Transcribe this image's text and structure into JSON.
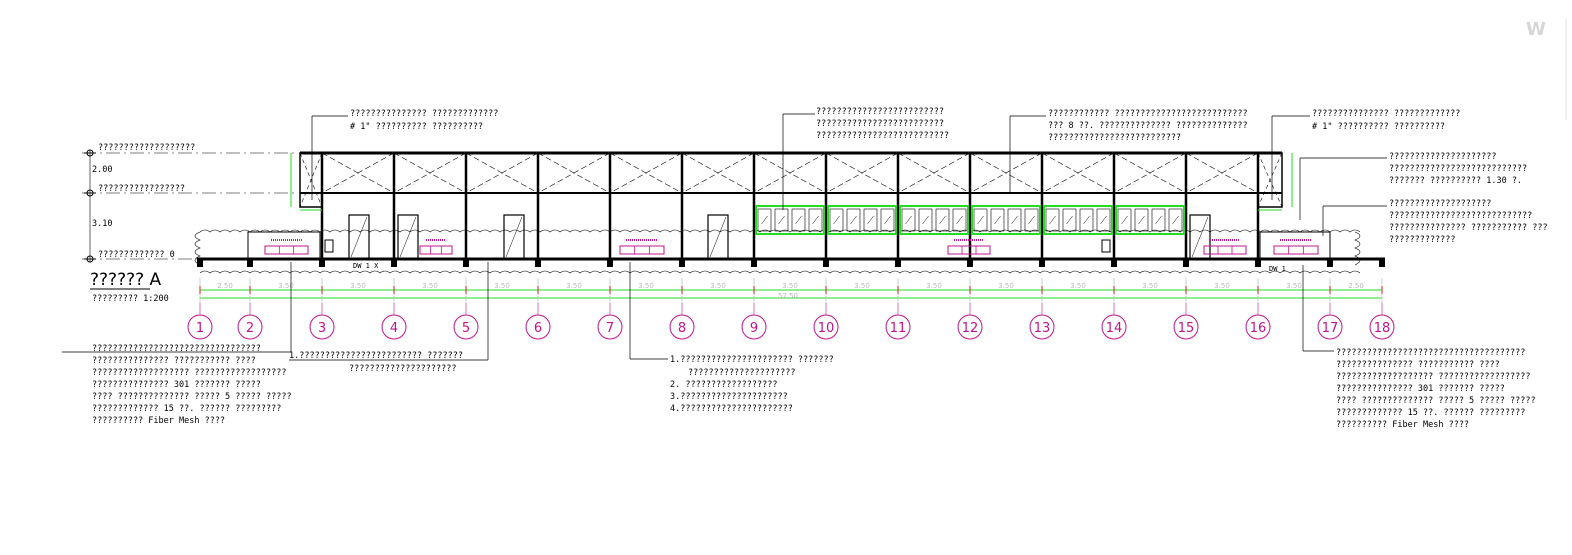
{
  "watermark": "W",
  "drawing": {
    "title": "?????? A",
    "scale": "????????? 1:200",
    "levels": [
      {
        "label": "???????????????????"
      },
      {
        "label": "?????????????????"
      },
      {
        "label": "????????????? 0"
      }
    ],
    "height_dims": [
      "2.00",
      "3.10"
    ],
    "door_tags": [
      "DW 1 X",
      "DW 1"
    ],
    "axes": [
      "1",
      "2",
      "3",
      "4",
      "5",
      "6",
      "7",
      "8",
      "9",
      "10",
      "11",
      "12",
      "13",
      "14",
      "15",
      "16",
      "17",
      "18"
    ],
    "spans": [
      "2.50",
      "3.50",
      "3.50",
      "3.50",
      "3.50",
      "3.50",
      "3.50",
      "3.50",
      "3.50",
      "3.50",
      "3.50",
      "3.50",
      "3.50",
      "3.50",
      "3.50",
      "3.50",
      "2.50"
    ],
    "total_span": "57.50",
    "notes": {
      "top_left": [
        "??????????????? ?????????????",
        "# 1\" ?????????? ??????????"
      ],
      "top_mid": [
        "?????????????????????????",
        "?????????????????????????",
        "??????????????????????????"
      ],
      "top_right": [
        "???????????? ??????????????????????????",
        "??? 8 ??. ?????????????? ??????????????",
        "??????????????????????????"
      ],
      "top_far_right": [
        "??????????????? ?????????????",
        "# 1\" ?????????? ??????????"
      ],
      "right_1": [
        "?????????????????????",
        "???????????????????????????",
        "??????? ?????????? 1.30 ?."
      ],
      "right_2": [
        "????????????????????",
        "????????????????????????????",
        "??????????????? ??????????? ???",
        "?????????????"
      ],
      "bottom_left": [
        "?????????????????????????????????",
        "??????????????? ??????????? ????",
        "??????????????????? ??????????????????",
        "??????????????? 301 ??????? ?????",
        "???? ?????????????? ?????  5 ????? ?????",
        "????????????? 15 ??. ?????? ?????????",
        "?????????? Fiber Mesh ????"
      ],
      "bottom_mid_left": [
        "1.???????????????????????? ???????",
        "?????????????????????"
      ],
      "bottom_mid": [
        "1.?????????????????????? ???????",
        "?????????????????????",
        "2. ??????????????????",
        "3.?????????????????????",
        "4.??????????????????????"
      ],
      "bottom_right": [
        "?????????????????????????????????????",
        "??????????????? ??????????? ????",
        "??????????????????? ??????????????????",
        "??????????????? 301 ??????? ?????",
        "???? ?????????????? ?????  5 ????? ?????",
        "????????????? 15 ??. ?????? ?????????",
        "?????????? Fiber Mesh ????"
      ]
    }
  },
  "colors": {
    "line": "#000000",
    "green": "#22dd22",
    "magenta": "#c0148c",
    "grid": "#b0b0b0",
    "red": "#e02020"
  }
}
